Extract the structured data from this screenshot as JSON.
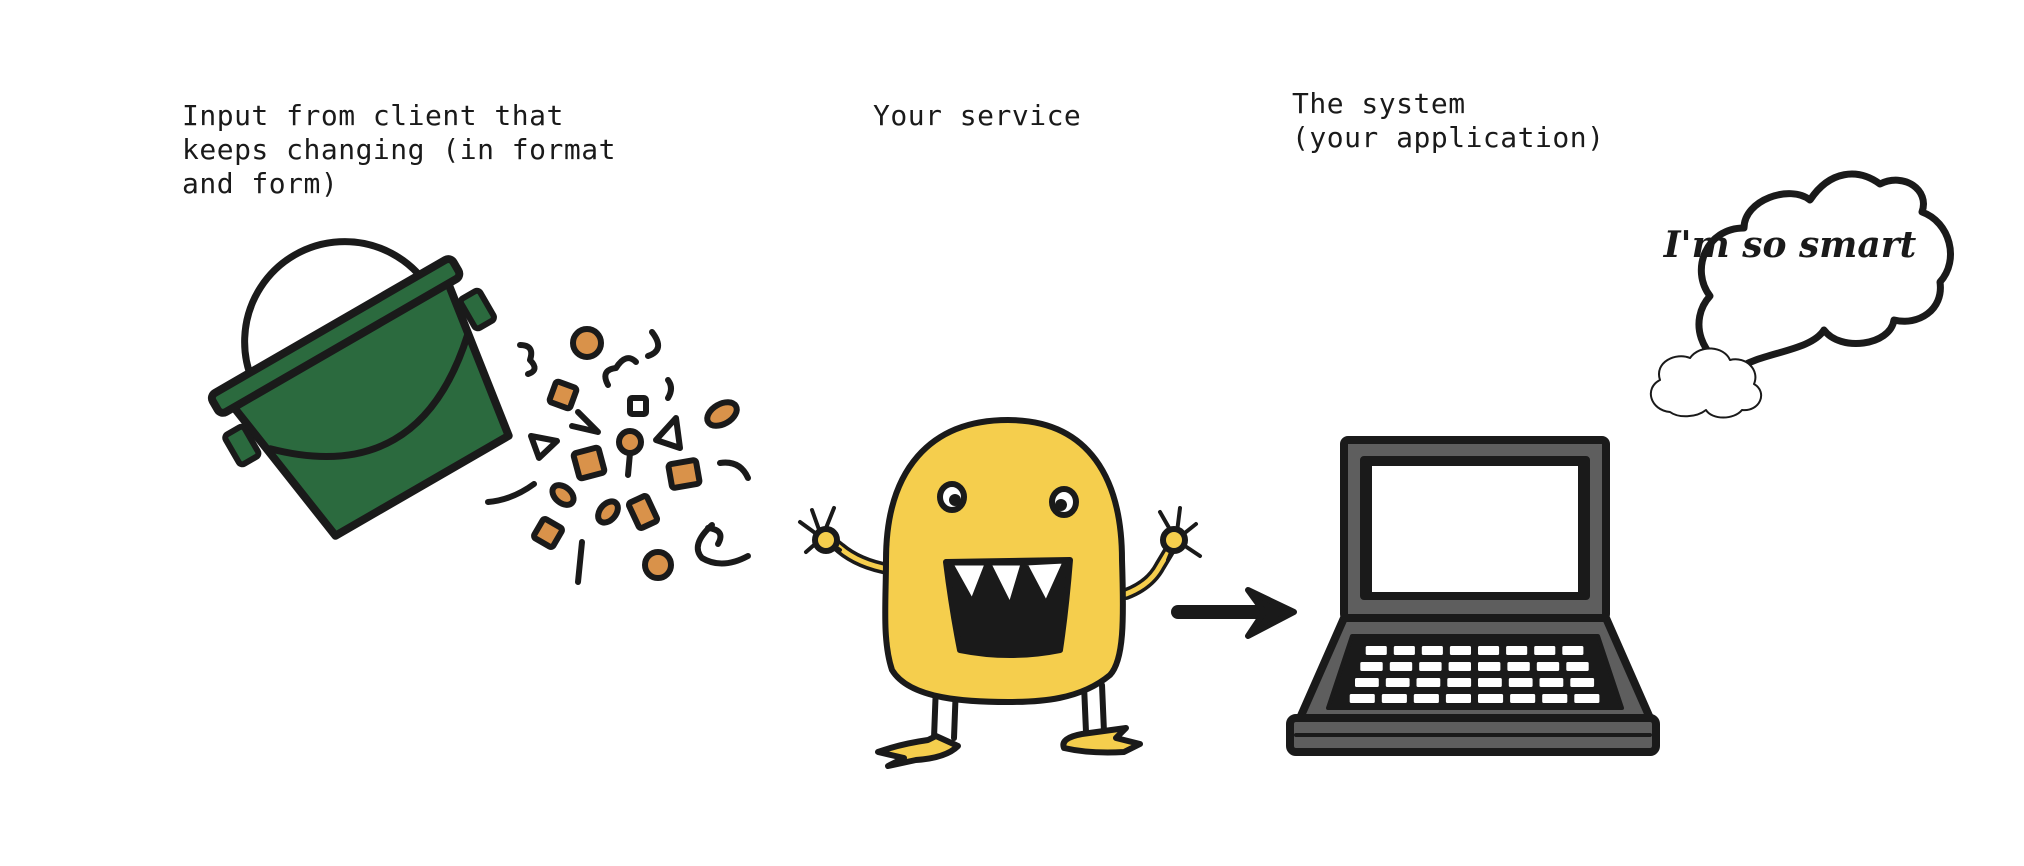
{
  "labels": {
    "input_lines": [
      "Input from client that",
      "keeps changing (in format",
      "and form)"
    ],
    "service": "Your service",
    "system_lines": [
      "The system",
      "(your application)"
    ]
  },
  "thought_bubble": {
    "text": "I'm so smart"
  },
  "colors": {
    "bucket": "#2b6a3e",
    "monster": "#f5ce4d",
    "confetti": "#d9924a",
    "laptop_body": "#5e5e5e",
    "ink": "#1a1a1a"
  },
  "icons": [
    "bucket-icon",
    "confetti-icon",
    "monster-icon",
    "arrow-icon",
    "laptop-icon",
    "thought-bubble-icon"
  ]
}
